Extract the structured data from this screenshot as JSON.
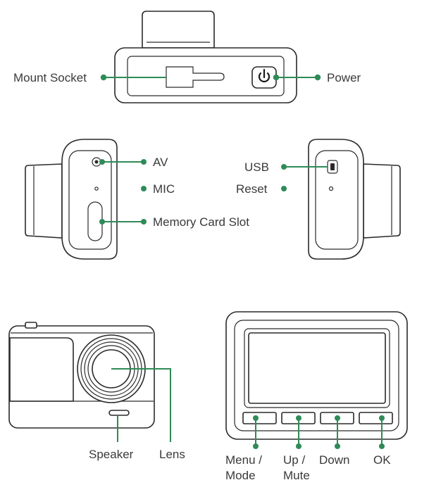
{
  "colors": {
    "accent": "#2e8b57",
    "outline": "#2a2a2a",
    "text": "#3a3a3a"
  },
  "top_view": {
    "mount_socket": "Mount Socket",
    "power": "Power",
    "power_icon": "power-icon"
  },
  "left_side": {
    "av": "AV",
    "mic": "MIC",
    "memory_card_slot": "Memory Card Slot"
  },
  "right_side": {
    "usb": "USB",
    "reset": "Reset",
    "usb_icon": "usb-port-icon"
  },
  "front_view": {
    "speaker": "Speaker",
    "lens": "Lens"
  },
  "back_view": {
    "menu_line1": "Menu /",
    "menu_line2": "Mode",
    "up_line1": "Up /",
    "up_line2": "Mute",
    "down": "Down",
    "ok": "OK"
  }
}
